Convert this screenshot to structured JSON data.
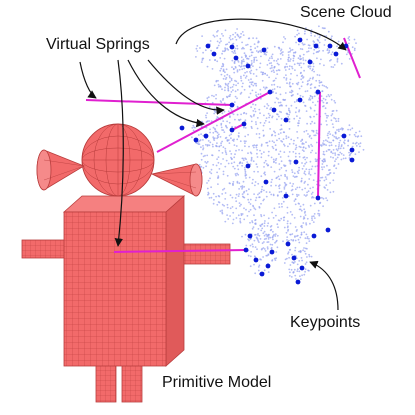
{
  "labels": {
    "scene_cloud": "Scene Cloud",
    "virtual_springs": "Virtual Springs",
    "keypoints": "Keypoints",
    "primitive_model": "Primitive Model"
  },
  "colors": {
    "model_fill": "#f26a6a",
    "model_grid": "#b83c3c",
    "cloud_points": "#9aa6f0",
    "keypoints": "#0a1ad6",
    "springs": "#e020d0",
    "arrows": "#111111"
  }
}
